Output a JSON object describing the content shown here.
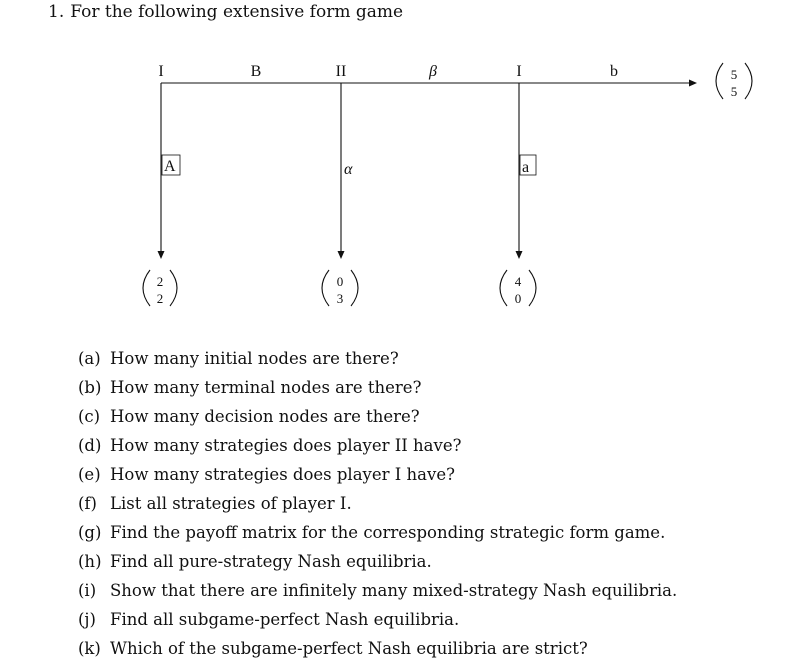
{
  "intro": {
    "number": "1.",
    "text": "For the following extensive form game"
  },
  "tree": {
    "nodes": [
      {
        "player": "I"
      },
      {
        "player": "II"
      },
      {
        "player": "I"
      }
    ],
    "continue_actions": [
      "B",
      "β",
      "b"
    ],
    "stop_actions": [
      "A",
      "α",
      "a"
    ],
    "stop_payoffs": [
      {
        "top": "2",
        "bottom": "2"
      },
      {
        "top": "0",
        "bottom": "3"
      },
      {
        "top": "4",
        "bottom": "0"
      }
    ],
    "final_payoff": {
      "top": "5",
      "bottom": "5"
    }
  },
  "questions": [
    {
      "marker": "(a)",
      "text": "How many initial nodes are there?"
    },
    {
      "marker": "(b)",
      "text": "How many terminal nodes are there?"
    },
    {
      "marker": "(c)",
      "text": "How many decision nodes are there?"
    },
    {
      "marker": "(d)",
      "text": "How many strategies does player II have?"
    },
    {
      "marker": "(e)",
      "text": "How many strategies does player I have?"
    },
    {
      "marker": "(f)",
      "text": "List all strategies of player I."
    },
    {
      "marker": "(g)",
      "text": "Find the payoff matrix for the corresponding strategic form game."
    },
    {
      "marker": "(h)",
      "text": "Find all pure-strategy Nash equilibria."
    },
    {
      "marker": "(i)",
      "text": "Show that there are infinitely many mixed-strategy Nash equilibria."
    },
    {
      "marker": "(j)",
      "text": "Find all subgame-perfect Nash equilibria."
    },
    {
      "marker": "(k)",
      "text": "Which of the subgame-perfect Nash equilibria are strict?"
    }
  ]
}
